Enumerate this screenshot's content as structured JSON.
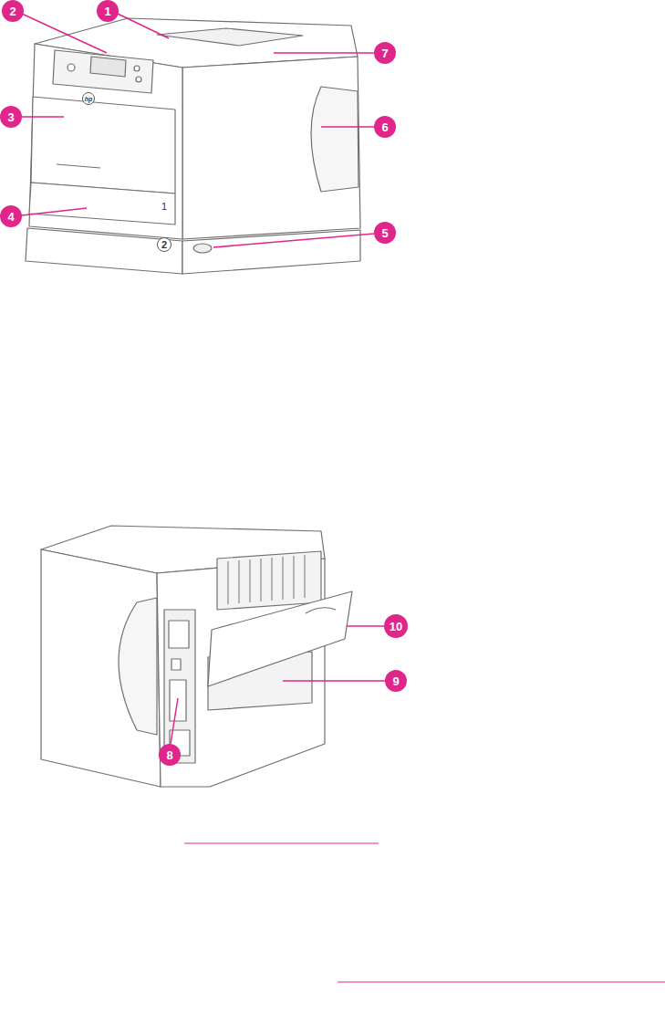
{
  "diagram": {
    "labels": [
      "1",
      "2",
      "3",
      "4",
      "5",
      "6",
      "7",
      "8",
      "9",
      "10",
      "1",
      "2",
      "hp"
    ]
  }
}
